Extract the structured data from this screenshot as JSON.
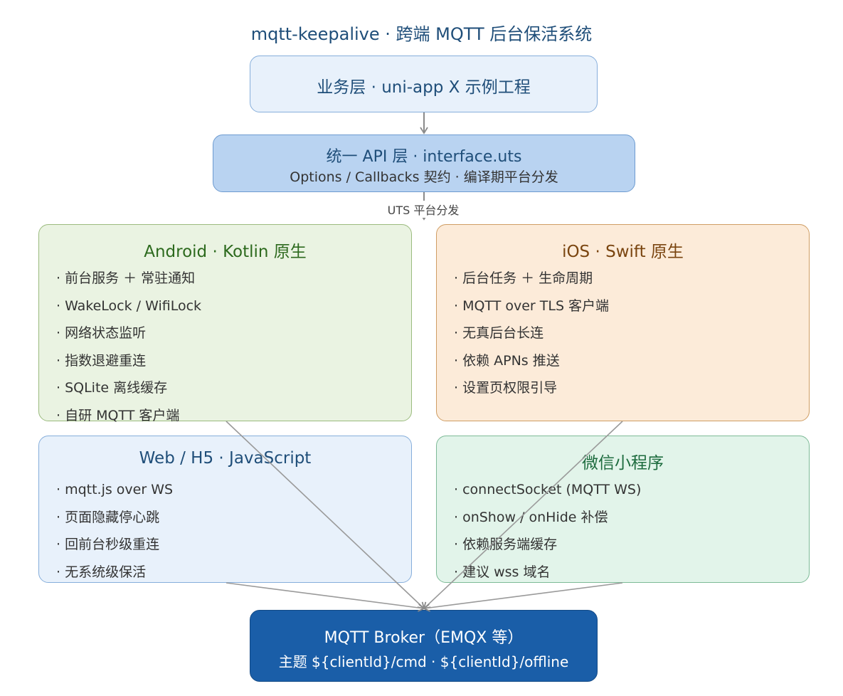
{
  "title": "mqtt-keepalive · 跨端 MQTT 后台保活系统",
  "business_layer": {
    "label": "业务层 · uni-app X 示例工程"
  },
  "api_layer": {
    "title": "统一 API 层 · interface.uts",
    "subtitle": "Options / Callbacks 契约 · 编译期平台分发"
  },
  "edge_label": "UTS 平台分发",
  "android": {
    "title": "Android · Kotlin 原生",
    "items": [
      "· 前台服务 ＋ 常驻通知",
      "· WakeLock / WifiLock",
      "· 网络状态监听",
      "· 指数退避重连",
      "· SQLite 离线缓存",
      "· 自研 MQTT 客户端"
    ]
  },
  "ios": {
    "title": "iOS · Swift 原生",
    "items": [
      "· 后台任务 ＋ 生命周期",
      "· MQTT over TLS 客户端",
      "· 无真后台长连",
      "· 依赖 APNs 推送",
      "· 设置页权限引导"
    ]
  },
  "web": {
    "title": "Web / H5 · JavaScript",
    "items": [
      "· mqtt.js over WS",
      "· 页面隐藏停心跳",
      "· 回前台秒级重连",
      "· 无系统级保活"
    ]
  },
  "wechat": {
    "title": "微信小程序",
    "items": [
      "· connectSocket (MQTT WS)",
      "· onShow / onHide 补偿",
      "· 依赖服务端缓存",
      "· 建议 wss 域名"
    ]
  },
  "broker": {
    "title": "MQTT Broker（EMQX 等）",
    "subtitle": "主题 ${clientId}/cmd · ${clientId}/offline"
  }
}
